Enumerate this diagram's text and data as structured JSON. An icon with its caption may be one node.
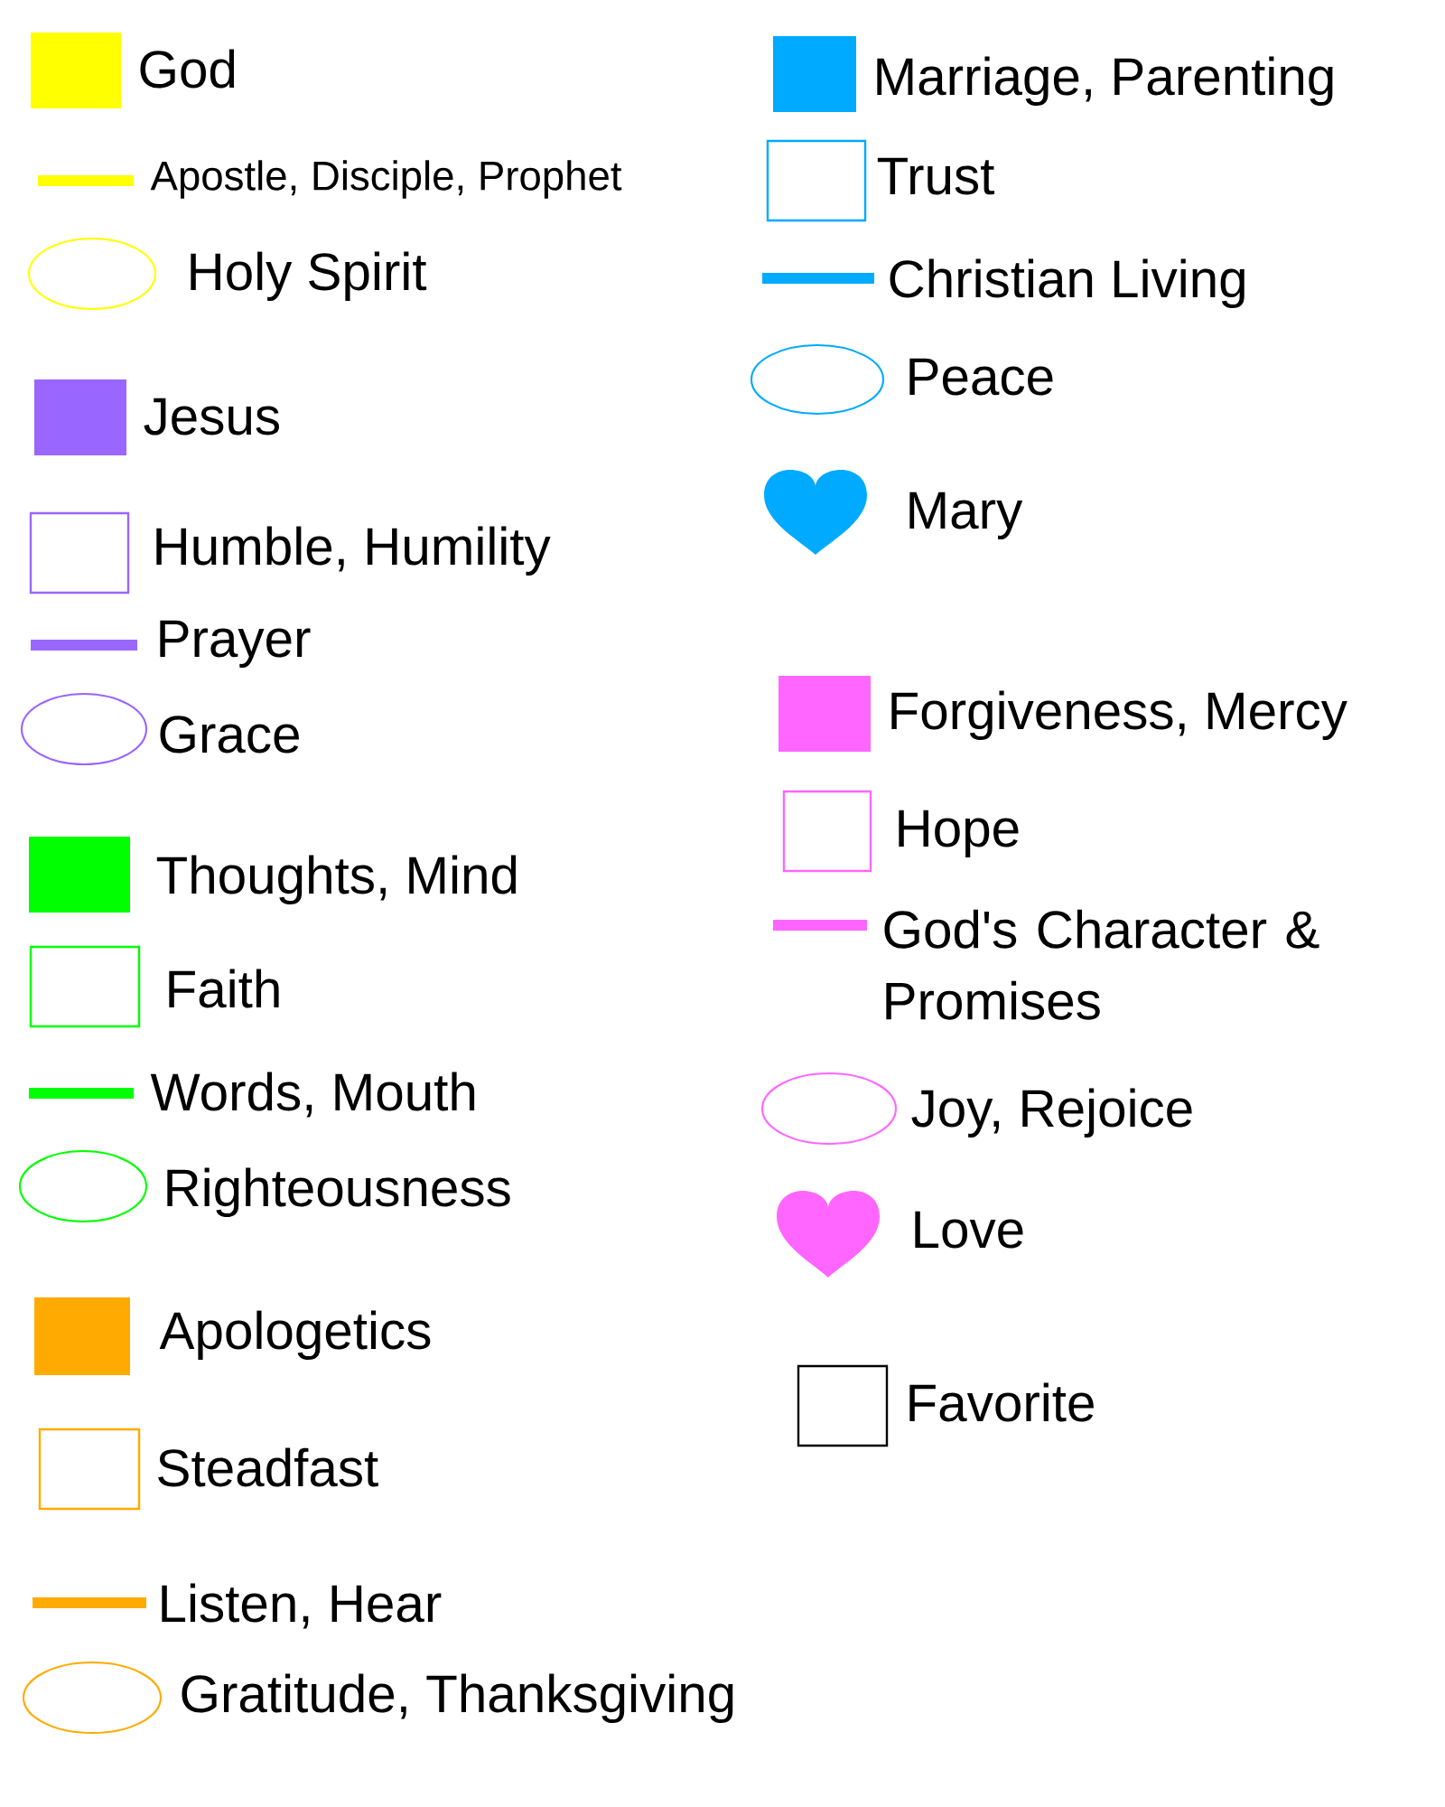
{
  "diagram": {
    "legend": [
      {
        "text": "God",
        "color": "#ffff00"
      },
      {
        "text": "Apostle, Disciple, Prophet"
      },
      {
        "text": "Holy Spirit"
      },
      {
        "text": "Jesus",
        "color": "#9966ff"
      },
      {
        "text": "Humble, Humility"
      },
      {
        "text": "Prayer"
      },
      {
        "text": "Grace"
      },
      {
        "text": "Thoughts, Mind",
        "color": "#00ff00"
      },
      {
        "text": "Faith"
      },
      {
        "text": "Words, Mouth"
      },
      {
        "text": "Righteousness"
      },
      {
        "text": "Apologetics",
        "color": "#ffaa00"
      },
      {
        "text": "Steadfast"
      },
      {
        "text": "Listen, Hear"
      },
      {
        "text": "Gratitude, Thanksgiving"
      },
      {
        "text": "Marriage, Parenting",
        "color": "#00aaff"
      },
      {
        "text": "Trust"
      },
      {
        "text": "Christian Living"
      },
      {
        "text": "Peace"
      },
      {
        "text": "Mary"
      },
      {
        "text": "Forgiveness, Mercy",
        "color": "#ff66ff"
      },
      {
        "text": "Hope"
      },
      {
        "text": "God's Character & Promises"
      },
      {
        "text": "Joy, Rejoice"
      },
      {
        "text": "Love"
      },
      {
        "text": "Favorite"
      }
    ]
  }
}
